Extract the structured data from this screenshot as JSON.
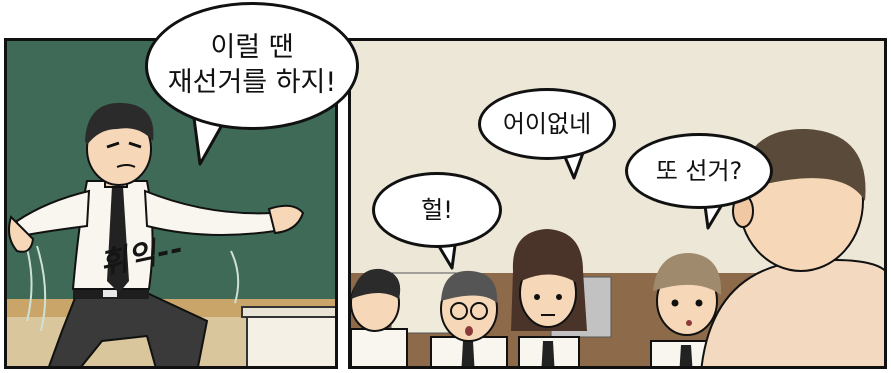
{
  "panels": {
    "left": {
      "speech": [
        "이럴 땐",
        "재선거를 하지!"
      ],
      "sfx": "휘익--"
    },
    "right": {
      "speech_uh": "어이없네",
      "speech_again": "또 선거?",
      "speech_wow": "헐!"
    }
  },
  "colors": {
    "chalkboard": "#3e6a57",
    "classroom_wall": "#ece7d6",
    "shirt": "#f8f6ef",
    "hair": "#2b2b2b",
    "tie": "#222222"
  }
}
